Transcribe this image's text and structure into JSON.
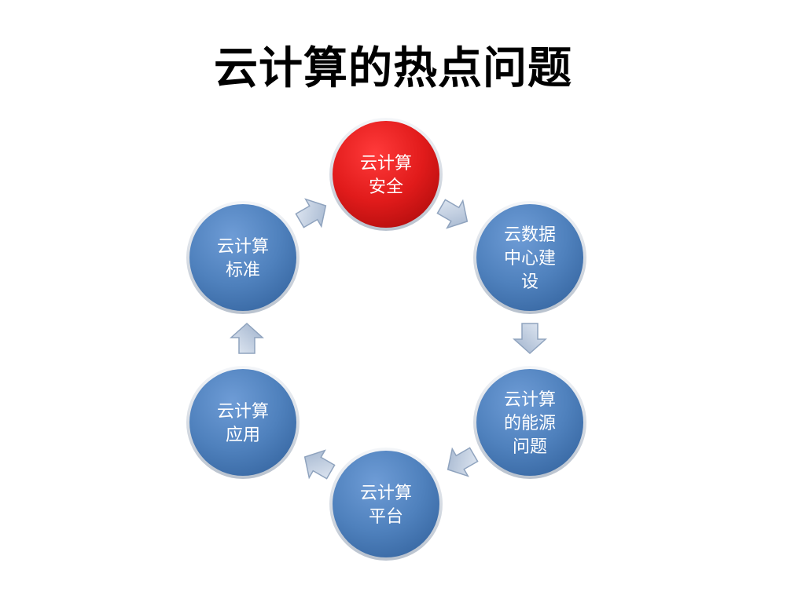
{
  "title": "云计算的热点问题",
  "nodes": [
    {
      "id": "security",
      "lines": [
        "云计算",
        "安全"
      ],
      "color": "red"
    },
    {
      "id": "datacenter",
      "lines": [
        "云数据",
        "中心建",
        "设"
      ],
      "color": "blue"
    },
    {
      "id": "energy",
      "lines": [
        "云计算",
        "的能源",
        "问题"
      ],
      "color": "blue"
    },
    {
      "id": "platform",
      "lines": [
        "云计算",
        "平台"
      ],
      "color": "blue"
    },
    {
      "id": "application",
      "lines": [
        "云计算",
        "应用"
      ],
      "color": "blue"
    },
    {
      "id": "standard",
      "lines": [
        "云计算",
        "标准"
      ],
      "color": "blue"
    }
  ],
  "colors": {
    "blue_fill": "#4f81bd",
    "red_fill": "#e11b1b",
    "ring": "#c9d1dc",
    "arrow": "#b8c7dc"
  }
}
